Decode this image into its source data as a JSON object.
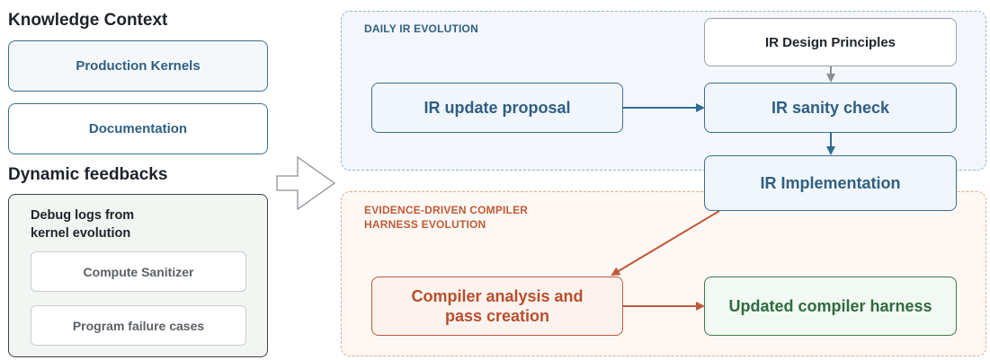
{
  "knowledge": {
    "heading": "Knowledge Context",
    "items": [
      "Production Kernels",
      "Documentation"
    ]
  },
  "feedback": {
    "heading": "Dynamic feedbacks",
    "panel_title_line1": "Debug logs from",
    "panel_title_line2": "kernel evolution",
    "items": [
      "Compute Sanitizer",
      "Program failure cases"
    ]
  },
  "daily": {
    "label": "DAILY IR EVOLUTION",
    "principles": "IR Design Principles",
    "proposal": "IR update proposal",
    "sanity": "IR sanity check",
    "implementation": "IR Implementation"
  },
  "evidence": {
    "label_line1": "EVIDENCE-DRIVEN COMPILER",
    "label_line2": "HARNESS EVOLUTION",
    "analysis_line1": "Compiler analysis and",
    "analysis_line2": "pass creation",
    "updated": "Updated compiler harness"
  },
  "colors": {
    "blue": "#2f6c96",
    "orange": "#c0583a",
    "green": "#3d7a4f",
    "gray": "#8a8f94"
  }
}
